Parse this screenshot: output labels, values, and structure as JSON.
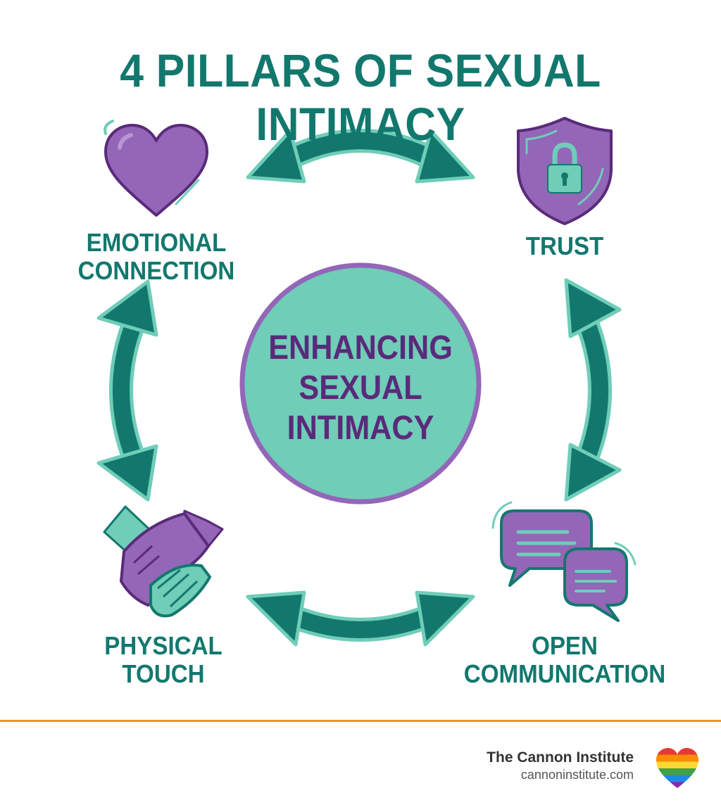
{
  "title": "4 PILLARS OF SEXUAL INTIMACY",
  "center": {
    "lines": [
      "ENHANCING",
      "SEXUAL",
      "INTIMACY"
    ]
  },
  "pillars": [
    {
      "lines": [
        "EMOTIONAL",
        "CONNECTION"
      ],
      "icon": "heart-icon"
    },
    {
      "lines": [
        "TRUST"
      ],
      "icon": "shield-lock-icon"
    },
    {
      "lines": [
        "PHYSICAL",
        "TOUCH"
      ],
      "icon": "holding-hands-icon"
    },
    {
      "lines": [
        "OPEN",
        "COMMUNICATION"
      ],
      "icon": "speech-bubbles-icon"
    }
  ],
  "footer": {
    "brand": "The Cannon Institute",
    "url": "cannoninstitute.com",
    "logo": "rainbow-heart-icon"
  },
  "colors": {
    "teal_dark": "#12786e",
    "teal_light": "#6fcdb8",
    "purple": "#9366b8",
    "purple_dark": "#5a2a7a",
    "accent_orange": "#f0921e"
  }
}
